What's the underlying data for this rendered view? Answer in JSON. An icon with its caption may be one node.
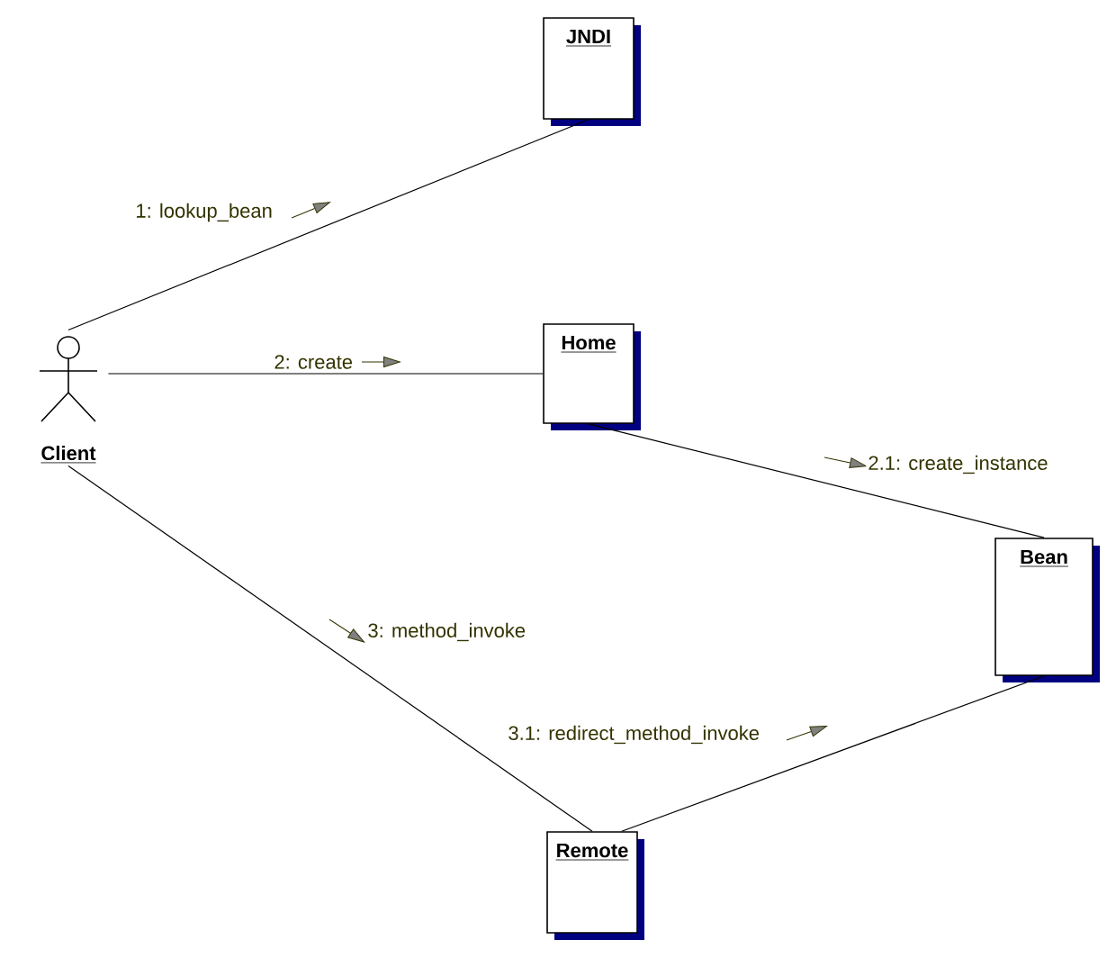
{
  "diagram": {
    "nodes": [
      {
        "text": [
          "Client"
        ]
      },
      {
        "text": [
          "JNDI"
        ]
      },
      {
        "text": [
          "Home"
        ]
      },
      {
        "text": [
          "Bean"
        ]
      },
      {
        "text": [
          "Remote"
        ]
      }
    ],
    "edges": [
      {
        "from": 0,
        "to": 1,
        "arrow": "none",
        "label": "1: lookup_bean"
      },
      {
        "from": 0,
        "to": 2,
        "arrow": "none",
        "label": "2: create"
      },
      {
        "from": 2,
        "to": 3,
        "arrow": "none",
        "label": "2.1: create_instance"
      },
      {
        "from": 0,
        "to": 4,
        "arrow": "none",
        "label": "3: method_invoke"
      },
      {
        "from": 3,
        "to": 4,
        "arrow": "none",
        "label": "3.1: redirect_method_invoke"
      }
    ]
  }
}
